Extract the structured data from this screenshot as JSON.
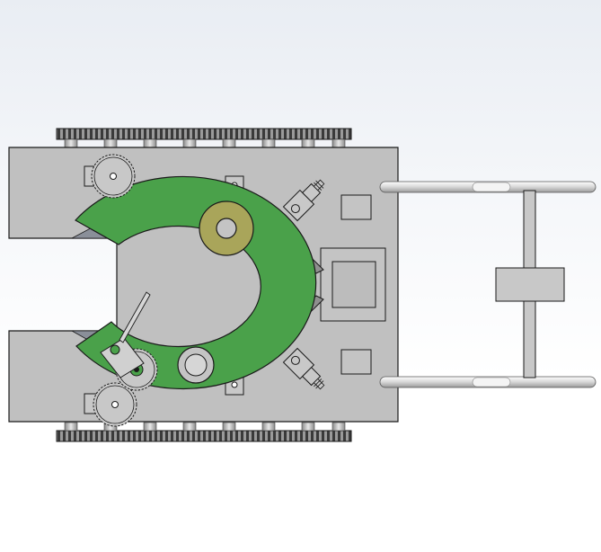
{
  "scene": {
    "kind": "cad-top-view",
    "colors": {
      "background_top": "#e9edf3",
      "background_bottom": "#ffffff",
      "chassis": "#c0c0c0",
      "outline": "#1a1a1a",
      "clamp_ring": "#4aa14a",
      "bushing_gold": "#a9a55a",
      "track": "#6a6a6a",
      "rail": "#d8d8d8",
      "link": "#8f8f8f"
    },
    "parts": [
      "chassis",
      "track-top",
      "track-bottom",
      "clamp-ring",
      "gear-top",
      "gear-bottom",
      "gear-lower-small",
      "pivot-bushing",
      "lower-bushing",
      "linkage-arm",
      "actuator-top",
      "actuator-bottom",
      "center-block",
      "rail-top",
      "rail-bottom",
      "crossbar",
      "handle-block",
      "blade-top",
      "blade-bottom",
      "lever-arm"
    ]
  }
}
